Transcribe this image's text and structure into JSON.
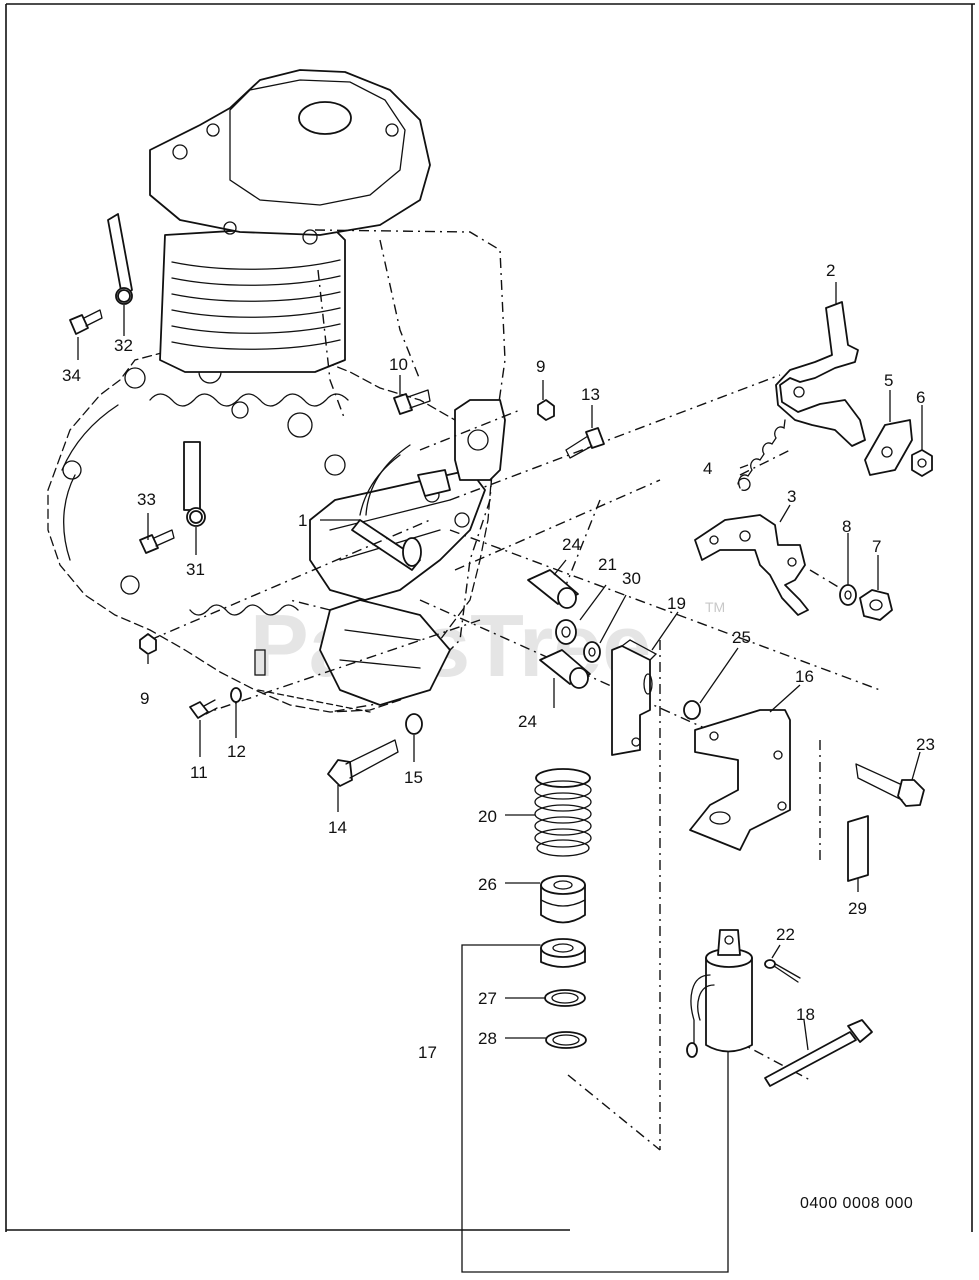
{
  "watermark": {
    "text": "PartsTree",
    "tm": "TM"
  },
  "drawing_number": "0400 0008 000",
  "callouts": {
    "c1": "1",
    "c2": "2",
    "c3": "3",
    "c4": "4",
    "c5": "5",
    "c6": "6",
    "c7": "7",
    "c8": "8",
    "c9a": "9",
    "c9b": "9",
    "c10": "10",
    "c11": "11",
    "c12": "12",
    "c13": "13",
    "c14": "14",
    "c15": "15",
    "c16": "16",
    "c17": "17",
    "c18": "18",
    "c19": "19",
    "c20": "20",
    "c21": "21",
    "c22": "22",
    "c23": "23",
    "c24a": "24",
    "c24b": "24",
    "c25": "25",
    "c26": "26",
    "c27": "27",
    "c28": "28",
    "c29": "29",
    "c30": "30",
    "c31": "31",
    "c32": "32",
    "c33": "33",
    "c34": "34"
  },
  "icons": {
    "engine": "engine-block-icon",
    "solenoid": "solenoid-icon",
    "spring": "coil-spring-icon",
    "bolt": "bolt-icon",
    "nut": "hex-nut-icon",
    "washer": "washer-icon",
    "bracket": "bracket-icon",
    "lever": "throttle-lever-icon"
  }
}
